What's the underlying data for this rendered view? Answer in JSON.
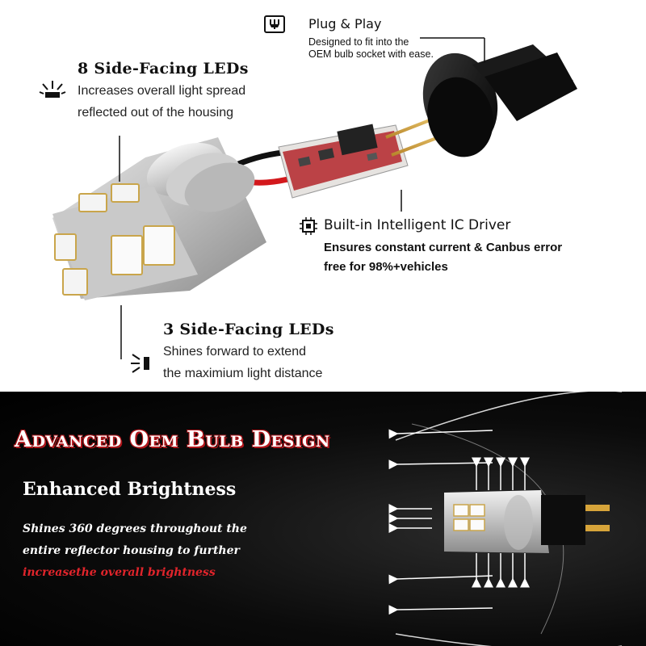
{
  "features": {
    "plug_play": {
      "title": "Plug & Play",
      "line1": "Designed to fit into the",
      "line2": "OEM bulb socket with ease."
    },
    "side_leds": {
      "title": "8 Side-Facing LEDs",
      "line1": "Increases overall light spread",
      "line2": "reflected out of the housing"
    },
    "ic_driver": {
      "title": "Built-in Intelligent IC Driver",
      "line1": "Ensures constant current & Canbus error",
      "line2": "free for 98%+vehicles"
    },
    "front_leds": {
      "title": "3 Side-Facing LEDs",
      "line1": "Shines forward to extend",
      "line2": "the maximium light distance"
    }
  },
  "banner": {
    "headline": "Advanced Oem Bulb Design",
    "subhead": "Enhanced Brightness",
    "line1": "Shines 360 degrees throughout the",
    "line2": "entire reflector housing to further",
    "line3": "increasethe overall brightness"
  },
  "colors": {
    "accent_red": "#e0242b",
    "headline_shadow": "#b0161b",
    "background_dark": "#000000"
  },
  "icons": [
    "plug-icon",
    "light-spread-icon",
    "chip-icon",
    "forward-light-icon"
  ]
}
